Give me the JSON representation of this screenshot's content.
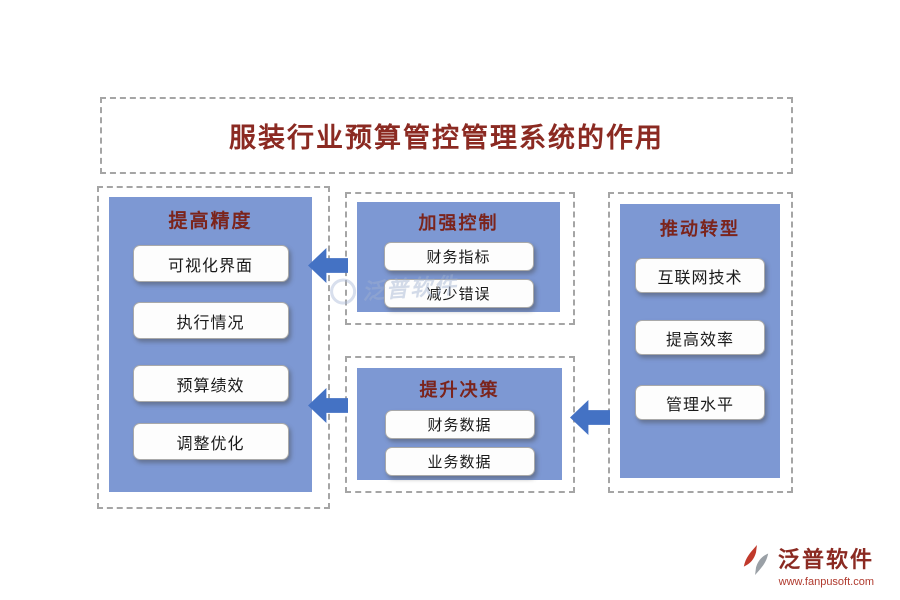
{
  "title": "服装行业预算管控管理系统的作用",
  "panels": {
    "left": {
      "title": "提高精度",
      "items": [
        "可视化界面",
        "执行情况",
        "预算绩效",
        "调整优化"
      ]
    },
    "mid_top": {
      "title": "加强控制",
      "items": [
        "财务指标",
        "减少错误"
      ]
    },
    "mid_bottom": {
      "title": "提升决策",
      "items": [
        "财务数据",
        "业务数据"
      ]
    },
    "right": {
      "title": "推动转型",
      "items": [
        "互联网技术",
        "提高效率",
        "管理水平"
      ]
    }
  },
  "watermark": "泛普软件",
  "footer": {
    "brand": "泛普软件",
    "url": "www.fanpusoft.com"
  },
  "colors": {
    "panel_blue": "#7d98d3",
    "arrow_blue": "#4472c4",
    "title_red": "#8b2a22",
    "panel_title_red": "#7b241c",
    "dash_gray": "#a5a5a5"
  }
}
